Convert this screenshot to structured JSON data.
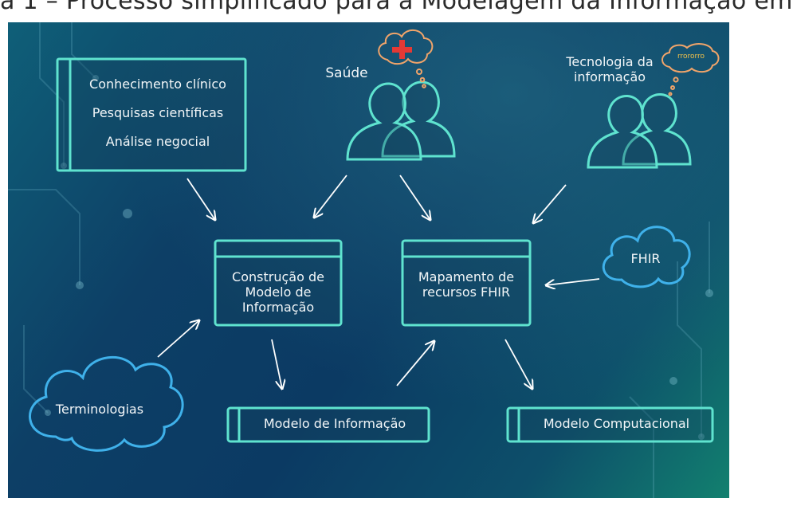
{
  "title": "a 1 – Processo simplificado para a Modelagem da Informação em",
  "diagram": {
    "knowledge_box": [
      "Conhecimento clínico",
      "Pesquisas científicas",
      "Análise negocial"
    ],
    "actor_health": "Saúde",
    "actor_it": "Tecnologia da informação",
    "it_thought": "rrororro",
    "box_construction": "Construção de Modelo de Informação",
    "box_mapping": "Mapamento de recursos FHIR",
    "cloud_fhir": "FHIR",
    "cloud_terminologies": "Terminologias",
    "out_info_model": "Modelo de Informação",
    "out_comp_model": "Modelo Computacional"
  },
  "colors": {
    "box_stroke": "#5fe3cf",
    "cloud_stroke": "#3fb1ea",
    "health_cross": "#e53935"
  }
}
